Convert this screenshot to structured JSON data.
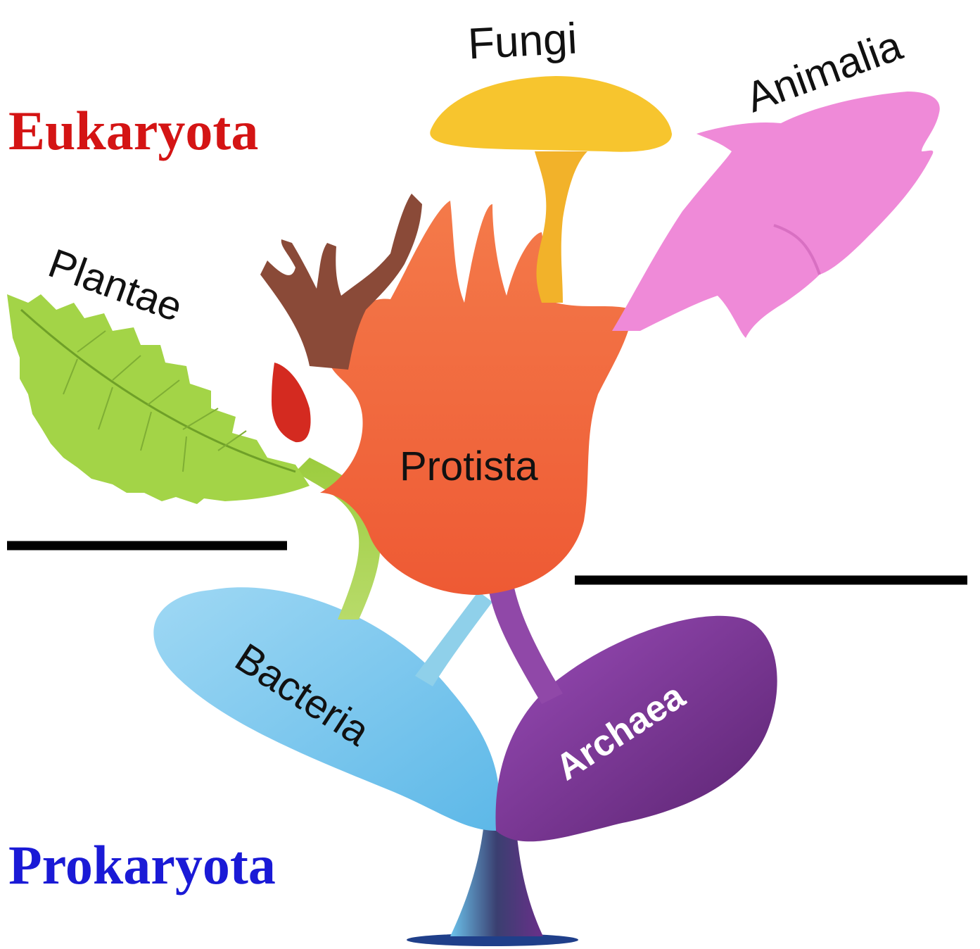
{
  "domains": {
    "eukaryota": {
      "label": "Eukaryota",
      "color": "#d41414"
    },
    "prokaryota": {
      "label": "Prokaryota",
      "color": "#1a1ad6"
    }
  },
  "kingdoms": {
    "fungi": {
      "label": "Fungi",
      "color": "#f4c12a"
    },
    "animalia": {
      "label": "Animalia",
      "color": "#ef86d6"
    },
    "plantae": {
      "label": "Plantae",
      "color": "#9bcf3c"
    },
    "protista": {
      "label": "Protista",
      "color": "#f26a3e"
    },
    "bacteria": {
      "label": "Bacteria",
      "color": "#8fd2f0"
    },
    "archaea": {
      "label": "Archaea",
      "color": "#8a3fa8"
    }
  },
  "icons": [
    "mushroom-icon",
    "fish-icon",
    "leaf-icon",
    "antler-icon",
    "red-bud-icon"
  ]
}
